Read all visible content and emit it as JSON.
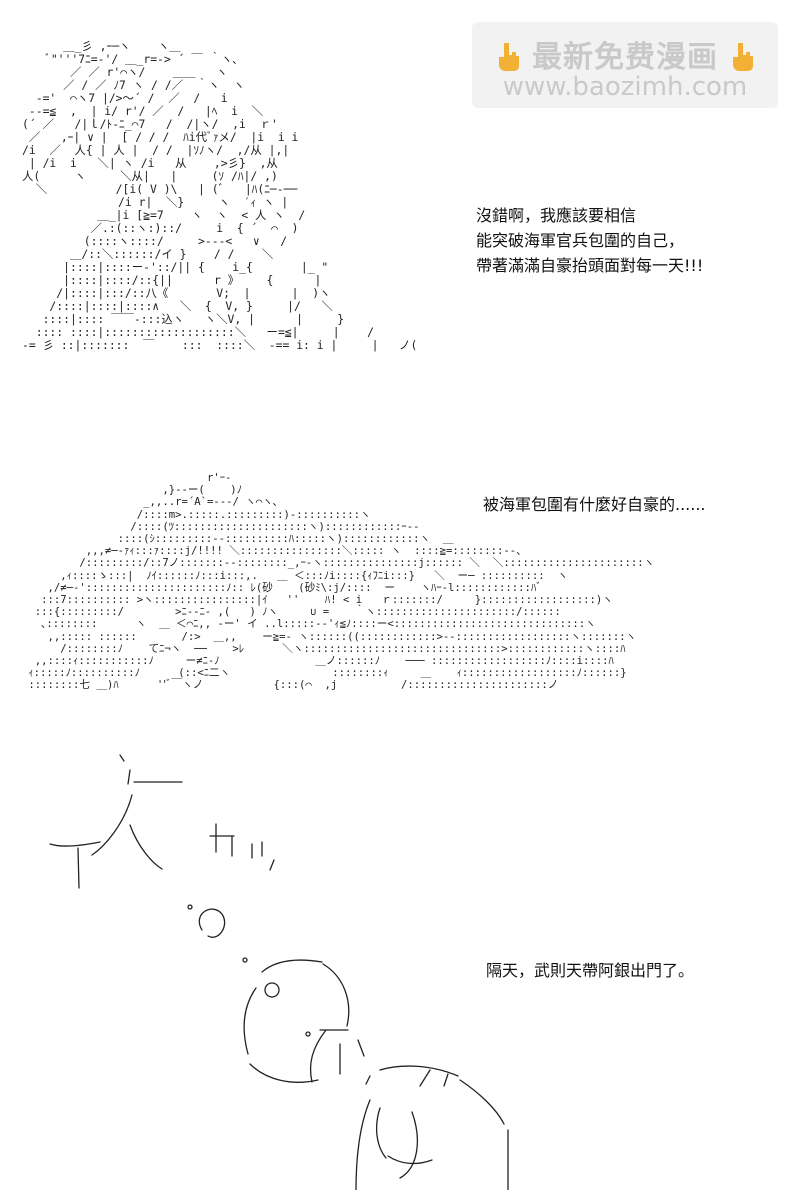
{
  "watermark": {
    "line1": "最新免费漫画",
    "line2": "www.baozimh.com",
    "left_icon": "pointing-hand-icon",
    "right_icon": "pointing-hand-icon",
    "color": "#c9c9c9"
  },
  "panels": [
    {
      "lines": [
        "沒錯啊，我應該要相信",
        "能突破海軍官兵包圍的自己，",
        "帶著滿滿自豪抬頭面對每一天!!!"
      ]
    },
    {
      "lines": [
        "被海軍包圍有什麼好自豪的......"
      ]
    },
    {
      "lines": [
        "隔天，武則天帶阿銀出門了。"
      ]
    }
  ]
}
